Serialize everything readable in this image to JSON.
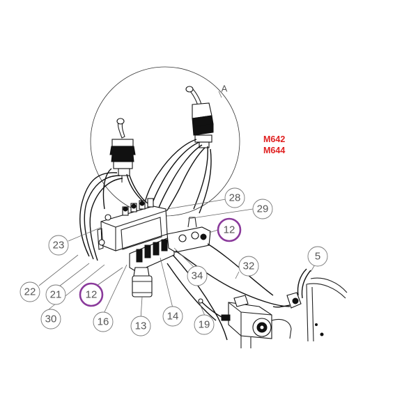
{
  "detail_label": "A",
  "models": [
    "M642",
    "M644"
  ],
  "colors": {
    "model_text": "#e02020",
    "highlight_ring": "#8a3a9b",
    "callout_text": "#555555"
  },
  "callouts": {
    "c28": "28",
    "c29": "29",
    "c12a": "12",
    "c23": "23",
    "c32": "32",
    "c5": "5",
    "c34": "34",
    "c22": "22",
    "c21": "21",
    "c12b": "12",
    "c30": "30",
    "c16": "16",
    "c13": "13",
    "c14": "14",
    "c19": "19"
  }
}
